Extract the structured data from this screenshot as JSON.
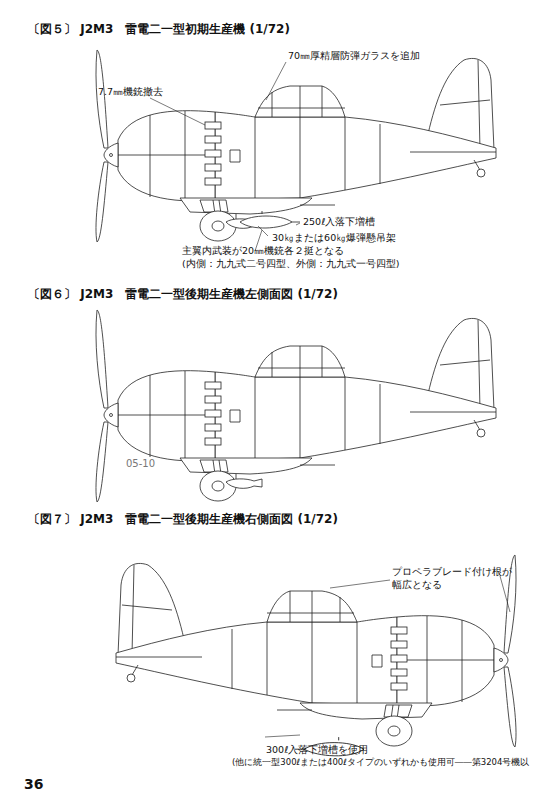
{
  "diagram": {
    "labels": [
      "〔図５〕 J2M3　雷電二一型初期生産機 (1/72)",
      "70㎜厚精層防弾ガラスを追加",
      "7.7㎜機銃撤去",
      "250ℓ入落下増槽",
      "30㎏または60㎏爆弾懸吊架",
      "主翼内武装が20㎜機銃各２挺となる",
      "(内側：九九式二号四型、外側：九九式一号四型)",
      "〔図６〕 J2M3　雷電二一型後期生産機左側面図 (1/72)",
      "05-10",
      "〔図７〕 J2M3　雷電二一型後期生産機右側面図 (1/72)",
      "プロペラブレード付け根が",
      "幅広となる",
      "300ℓ入落下増槽を使用",
      "(他に統一型300ℓまたは400ℓタイプのいずれかも使用可――第3204号機以",
      "36"
    ]
  }
}
